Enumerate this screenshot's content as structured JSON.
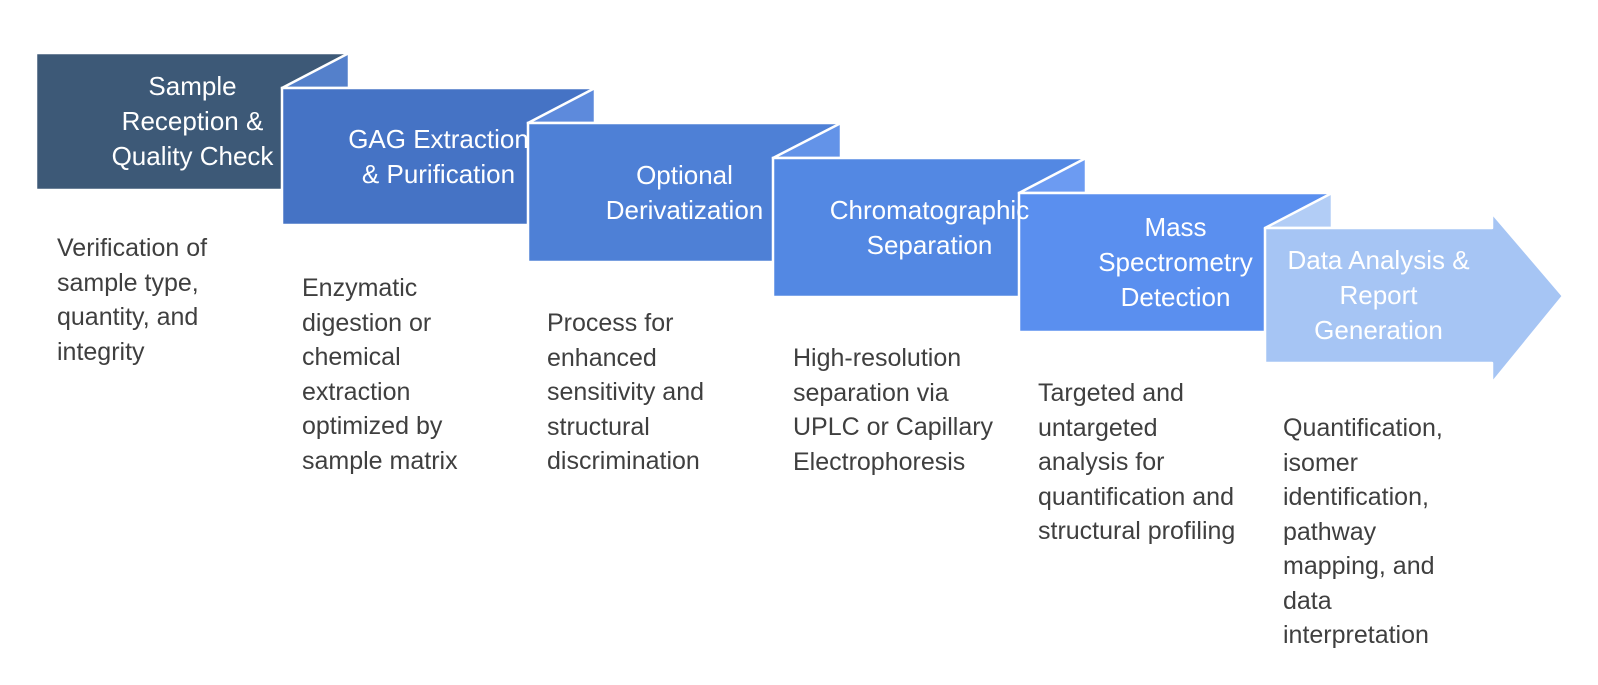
{
  "diagram": {
    "background": "#ffffff",
    "title_text_color": "#ffffff",
    "description_text_color": "#3f3f3f",
    "edge_highlight_color": "#ffffff",
    "steps": [
      {
        "title_lines": [
          "Sample",
          "Reception &",
          "Quality Check"
        ],
        "title": "Sample Reception & Quality Check",
        "description": "Verification of sample type, quantity, and integrity",
        "fill": "#3d5977"
      },
      {
        "title_lines": [
          "GAG Extraction",
          "& Purification"
        ],
        "title": "GAG Extraction & Purification",
        "description": "Enzymatic digestion or chemical extraction optimized by sample matrix",
        "fill": "#4573c5",
        "fold": "#5480cb"
      },
      {
        "title_lines": [
          "Optional",
          "Derivatization"
        ],
        "title": "Optional Derivatization",
        "description": "Process for enhanced sensitivity and structural discrimination",
        "fill": "#4e80d6",
        "fold": "#5d8adc"
      },
      {
        "title_lines": [
          "Chromatographic",
          "Separation"
        ],
        "title": "Chromatographic Separation",
        "description": "High-resolution separation via UPLC or Capillary Electrophoresis",
        "fill": "#5388e3",
        "fold": "#6393e8"
      },
      {
        "title_lines": [
          "Mass",
          "Spectrometry",
          "Detection"
        ],
        "title": "Mass Spectrometry Detection",
        "description": "Targeted and untargeted analysis for quantification and structural profiling",
        "fill": "#5a8fef",
        "fold": "#6c9bf2"
      },
      {
        "title_lines": [
          "Data Analysis &",
          "Report",
          "Generation"
        ],
        "title": "Data Analysis & Report Generation",
        "description": "Quantification, isomer identification, pathway mapping, and data interpretation",
        "fill": "#a6c5f4",
        "fold": "#b2cdf6"
      }
    ]
  }
}
